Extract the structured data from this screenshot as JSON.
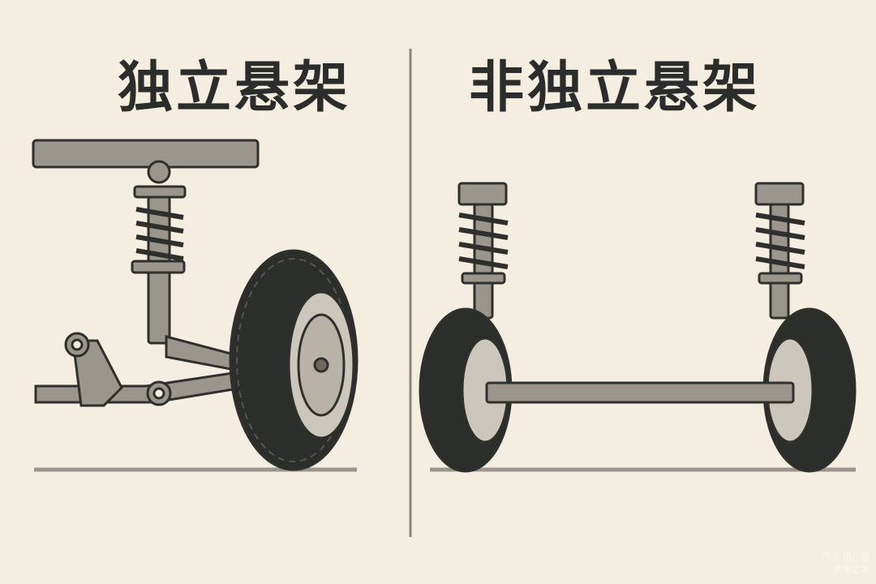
{
  "titles": {
    "independent": "独立悬架",
    "non_independent": "非独立悬架"
  },
  "watermark": {
    "line1": "汽车·用户圈",
    "line2": "汽车之家"
  },
  "colors": {
    "background": "#f4eee0",
    "metal": "#9a958d",
    "outline": "#2f302e",
    "tire": "#2c2e2c"
  }
}
